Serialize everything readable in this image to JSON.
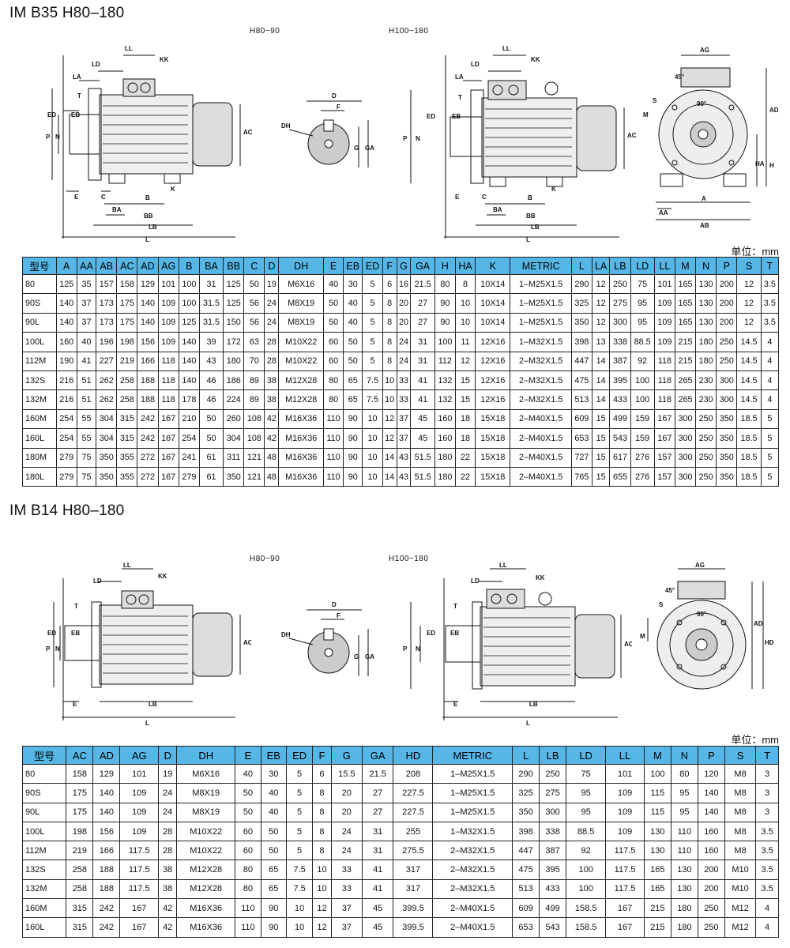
{
  "section1": {
    "title": "IM B35 H80–180",
    "label_small": "H80~90",
    "label_large": "H100~180",
    "unit": "单位：mm",
    "headers": [
      "型号",
      "A",
      "AA",
      "AB",
      "AC",
      "AD",
      "AG",
      "B",
      "BA",
      "BB",
      "C",
      "D",
      "DH",
      "E",
      "EB",
      "ED",
      "F",
      "G",
      "GA",
      "H",
      "HA",
      "K",
      "METRIC",
      "L",
      "LA",
      "LB",
      "LD",
      "LL",
      "M",
      "N",
      "P",
      "S",
      "T"
    ],
    "rows": [
      [
        "80",
        "125",
        "35",
        "157",
        "158",
        "129",
        "101",
        "100",
        "31",
        "125",
        "50",
        "19",
        "M6X16",
        "40",
        "30",
        "5",
        "6",
        "16",
        "21.5",
        "80",
        "8",
        "10X14",
        "1–M25X1.5",
        "290",
        "12",
        "250",
        "75",
        "101",
        "165",
        "130",
        "200",
        "12",
        "3.5"
      ],
      [
        "90S",
        "140",
        "37",
        "173",
        "175",
        "140",
        "109",
        "100",
        "31.5",
        "125",
        "56",
        "24",
        "M8X19",
        "50",
        "40",
        "5",
        "8",
        "20",
        "27",
        "90",
        "10",
        "10X14",
        "1–M25X1.5",
        "325",
        "12",
        "275",
        "95",
        "109",
        "165",
        "130",
        "200",
        "12",
        "3.5"
      ],
      [
        "90L",
        "140",
        "37",
        "173",
        "175",
        "140",
        "109",
        "125",
        "31.5",
        "150",
        "56",
        "24",
        "M8X19",
        "50",
        "40",
        "5",
        "8",
        "20",
        "27",
        "90",
        "10",
        "10X14",
        "1–M25X1.5",
        "350",
        "12",
        "300",
        "95",
        "109",
        "165",
        "130",
        "200",
        "12",
        "3.5"
      ],
      [
        "100L",
        "160",
        "40",
        "196",
        "198",
        "156",
        "109",
        "140",
        "39",
        "172",
        "63",
        "28",
        "M10X22",
        "60",
        "50",
        "5",
        "8",
        "24",
        "31",
        "100",
        "11",
        "12X16",
        "1–M32X1.5",
        "398",
        "13",
        "338",
        "88.5",
        "109",
        "215",
        "180",
        "250",
        "14.5",
        "4"
      ],
      [
        "112M",
        "190",
        "41",
        "227",
        "219",
        "166",
        "118",
        "140",
        "43",
        "180",
        "70",
        "28",
        "M10X22",
        "60",
        "50",
        "5",
        "8",
        "24",
        "31",
        "112",
        "12",
        "12X16",
        "2–M32X1.5",
        "447",
        "14",
        "387",
        "92",
        "118",
        "215",
        "180",
        "250",
        "14.5",
        "4"
      ],
      [
        "132S",
        "216",
        "51",
        "262",
        "258",
        "188",
        "118",
        "140",
        "46",
        "186",
        "89",
        "38",
        "M12X28",
        "80",
        "65",
        "7.5",
        "10",
        "33",
        "41",
        "132",
        "15",
        "12X16",
        "2–M32X1.5",
        "475",
        "14",
        "395",
        "100",
        "118",
        "265",
        "230",
        "300",
        "14.5",
        "4"
      ],
      [
        "132M",
        "216",
        "51",
        "262",
        "258",
        "188",
        "118",
        "178",
        "46",
        "224",
        "89",
        "38",
        "M12X28",
        "80",
        "65",
        "7.5",
        "10",
        "33",
        "41",
        "132",
        "15",
        "12X16",
        "2–M32X1.5",
        "513",
        "14",
        "433",
        "100",
        "118",
        "265",
        "230",
        "300",
        "14.5",
        "4"
      ],
      [
        "160M",
        "254",
        "55",
        "304",
        "315",
        "242",
        "167",
        "210",
        "50",
        "260",
        "108",
        "42",
        "M16X36",
        "110",
        "90",
        "10",
        "12",
        "37",
        "45",
        "160",
        "18",
        "15X18",
        "2–M40X1.5",
        "609",
        "15",
        "499",
        "159",
        "167",
        "300",
        "250",
        "350",
        "18.5",
        "5"
      ],
      [
        "160L",
        "254",
        "55",
        "304",
        "315",
        "242",
        "167",
        "254",
        "50",
        "304",
        "108",
        "42",
        "M16X36",
        "110",
        "90",
        "10",
        "12",
        "37",
        "45",
        "160",
        "18",
        "15X18",
        "2–M40X1.5",
        "653",
        "15",
        "543",
        "159",
        "167",
        "300",
        "250",
        "350",
        "18.5",
        "5"
      ],
      [
        "180M",
        "279",
        "75",
        "350",
        "355",
        "272",
        "167",
        "241",
        "61",
        "311",
        "121",
        "48",
        "M16X36",
        "110",
        "90",
        "10",
        "14",
        "43",
        "51.5",
        "180",
        "22",
        "15X18",
        "2–M40X1.5",
        "727",
        "15",
        "617",
        "276",
        "157",
        "300",
        "250",
        "350",
        "18.5",
        "5"
      ],
      [
        "180L",
        "279",
        "75",
        "350",
        "355",
        "272",
        "167",
        "279",
        "61",
        "350",
        "121",
        "48",
        "M16X36",
        "110",
        "90",
        "10",
        "14",
        "43",
        "51.5",
        "180",
        "22",
        "15X18",
        "2–M40X1.5",
        "765",
        "15",
        "655",
        "276",
        "157",
        "300",
        "250",
        "350",
        "18.5",
        "5"
      ]
    ]
  },
  "section2": {
    "title": "IM B14  H80–180",
    "label_small": "H80~90",
    "label_large": "H100~180",
    "unit": "单位：mm",
    "headers": [
      "型号",
      "AC",
      "AD",
      "AG",
      "D",
      "DH",
      "E",
      "EB",
      "ED",
      "F",
      "G",
      "GA",
      "HD",
      "METRIC",
      "L",
      "LB",
      "LD",
      "LL",
      "M",
      "N",
      "P",
      "S",
      "T"
    ],
    "rows": [
      [
        "80",
        "158",
        "129",
        "101",
        "19",
        "M6X16",
        "40",
        "30",
        "5",
        "6",
        "15.5",
        "21.5",
        "208",
        "1–M25X1.5",
        "290",
        "250",
        "75",
        "101",
        "100",
        "80",
        "120",
        "M8",
        "3"
      ],
      [
        "90S",
        "175",
        "140",
        "109",
        "24",
        "M8X19",
        "50",
        "40",
        "5",
        "8",
        "20",
        "27",
        "227.5",
        "1–M25X1.5",
        "325",
        "275",
        "95",
        "109",
        "115",
        "95",
        "140",
        "M8",
        "3"
      ],
      [
        "90L",
        "175",
        "140",
        "109",
        "24",
        "M8X19",
        "50",
        "40",
        "5",
        "8",
        "20",
        "27",
        "227.5",
        "1–M25X1.5",
        "350",
        "300",
        "95",
        "109",
        "115",
        "95",
        "140",
        "M8",
        "3"
      ],
      [
        "100L",
        "198",
        "156",
        "109",
        "28",
        "M10X22",
        "60",
        "50",
        "5",
        "8",
        "24",
        "31",
        "255",
        "1–M32X1.5",
        "398",
        "338",
        "88.5",
        "109",
        "130",
        "110",
        "160",
        "M8",
        "3.5"
      ],
      [
        "112M",
        "219",
        "166",
        "117.5",
        "28",
        "M10X22",
        "60",
        "50",
        "5",
        "8",
        "24",
        "31",
        "275.5",
        "2–M32X1.5",
        "447",
        "387",
        "92",
        "117.5",
        "130",
        "110",
        "160",
        "M8",
        "3.5"
      ],
      [
        "132S",
        "258",
        "188",
        "117.5",
        "38",
        "M12X28",
        "80",
        "65",
        "7.5",
        "10",
        "33",
        "41",
        "317",
        "2–M32X1.5",
        "475",
        "395",
        "100",
        "117.5",
        "165",
        "130",
        "200",
        "M10",
        "3.5"
      ],
      [
        "132M",
        "258",
        "188",
        "117.5",
        "38",
        "M12X28",
        "80",
        "65",
        "7.5",
        "10",
        "33",
        "41",
        "317",
        "2–M32X1.5",
        "513",
        "433",
        "100",
        "117.5",
        "165",
        "130",
        "200",
        "M10",
        "3.5"
      ],
      [
        "160M",
        "315",
        "242",
        "167",
        "42",
        "M16X36",
        "110",
        "90",
        "10",
        "12",
        "37",
        "45",
        "399.5",
        "2–M40X1.5",
        "609",
        "499",
        "158.5",
        "167",
        "215",
        "180",
        "250",
        "M12",
        "4"
      ],
      [
        "160L",
        "315",
        "242",
        "167",
        "42",
        "M16X36",
        "110",
        "90",
        "10",
        "12",
        "37",
        "45",
        "399.5",
        "2–M40X1.5",
        "653",
        "543",
        "158.5",
        "167",
        "215",
        "180",
        "250",
        "M12",
        "4"
      ]
    ]
  },
  "dims": {
    "L": "L",
    "LB": "LB",
    "LD": "LD",
    "LL": "LL",
    "KK": "KK",
    "LA": "LA",
    "T": "T",
    "ED": "ED",
    "EB": "EB",
    "P": "P",
    "N": "N",
    "AC": "AC",
    "E": "E",
    "C": "C",
    "B": "B",
    "BA": "BA",
    "BB": "BB",
    "K": "K",
    "D": "D",
    "F": "F",
    "DH": "DH",
    "G": "G",
    "GA": "GA",
    "AG": "AG",
    "AD": "AD",
    "S": "S",
    "M": "M",
    "H": "H",
    "HA": "HA",
    "HD": "HD",
    "A": "A",
    "AA": "AA",
    "AB": "AB",
    "a45": "45°",
    "a90": "90°"
  }
}
